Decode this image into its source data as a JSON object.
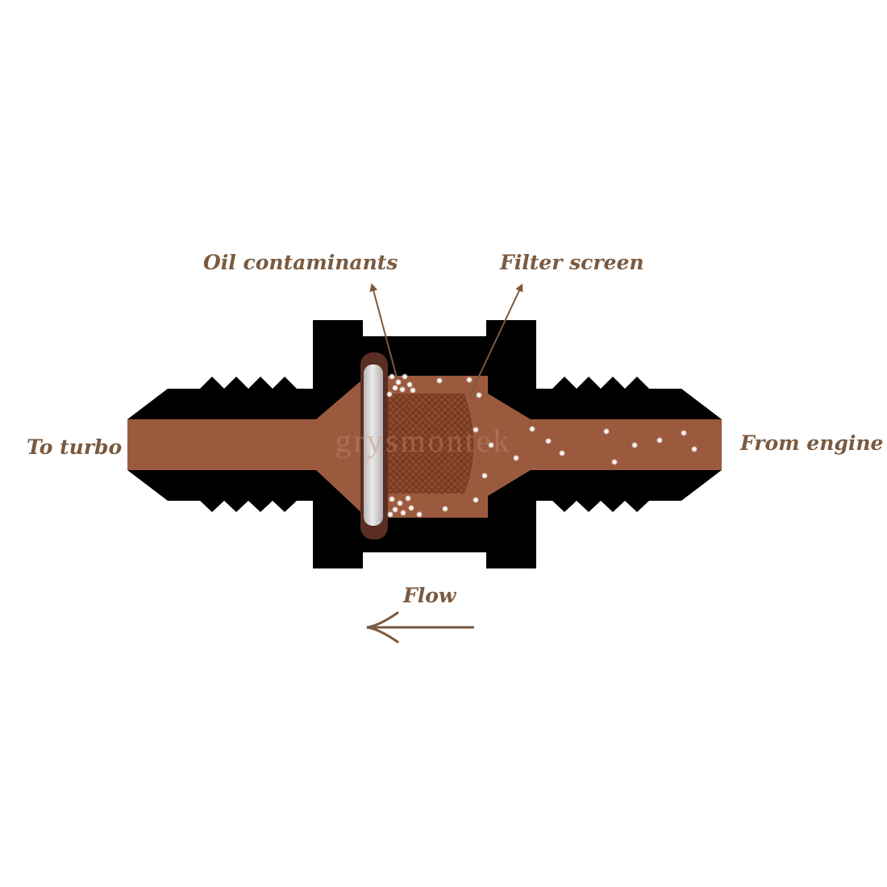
{
  "labels": {
    "oil_contaminants": "Oil contaminants",
    "filter_screen": "Filter screen",
    "to_turbo": "To turbo",
    "from_engine": "From engine",
    "flow": "Flow"
  },
  "watermark": "grysmontek",
  "colors": {
    "body": "#000000",
    "oil": "#9b5a3e",
    "label": "#7a5a40",
    "arrow": "#7a5a40",
    "oring": "#5a2e22",
    "seal": "#d6d3d3",
    "mesh": "#7a3a20",
    "particle": "#ffffff"
  }
}
